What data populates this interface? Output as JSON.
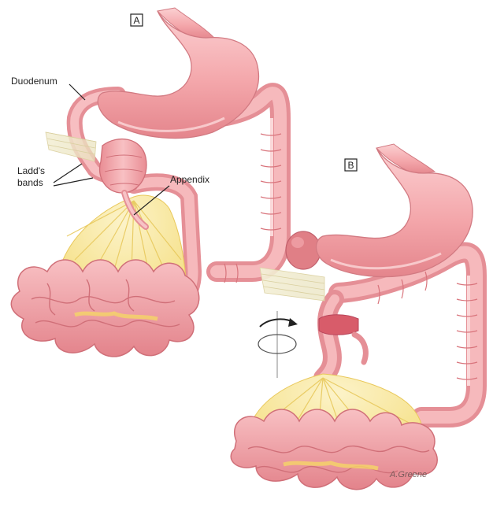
{
  "panels": [
    {
      "id": "A",
      "letter": "A",
      "labels": {
        "duodenum": "Duodenum",
        "ladds_bands_line1": "Ladd's",
        "ladds_bands_line2": "bands",
        "appendix": "Appendix"
      }
    },
    {
      "id": "B",
      "letter": "B"
    }
  ],
  "signature": "A.Greene",
  "colors": {
    "bowel": "#f2a4a8",
    "bowel_dark": "#d9747c",
    "bowel_light": "#fbd3d4",
    "stomach": "#f6aeb1",
    "mesentery": "#f7e48a",
    "mesentery_light": "#fbf0bf",
    "band": "#f1ecd0",
    "volvulus_ring": "#d85c6a",
    "cecum": "#e07f86",
    "line": "#222222"
  }
}
